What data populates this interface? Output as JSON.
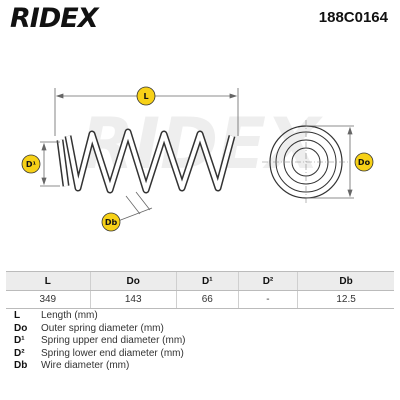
{
  "header": {
    "brand": "RIDEX",
    "part_number": "188C0164"
  },
  "drawing": {
    "watermark": "RIDEX",
    "labels": {
      "length": "L",
      "upper_diameter": "D¹",
      "wire_diameter": "Db",
      "outer_diameter": "Do"
    },
    "accent_color": "#f7d117"
  },
  "table": {
    "headers": [
      "L",
      "Do",
      "D¹",
      "D²",
      "Db"
    ],
    "values": [
      "349",
      "143",
      "66",
      "-",
      "12.5"
    ]
  },
  "legend": [
    {
      "key": "L",
      "text": "Length (mm)"
    },
    {
      "key": "Do",
      "text": "Outer spring diameter (mm)"
    },
    {
      "key": "D¹",
      "text": "Spring upper end diameter (mm)"
    },
    {
      "key": "D²",
      "text": "Spring lower end diameter (mm)"
    },
    {
      "key": "Db",
      "text": "Wire diameter (mm)"
    }
  ]
}
